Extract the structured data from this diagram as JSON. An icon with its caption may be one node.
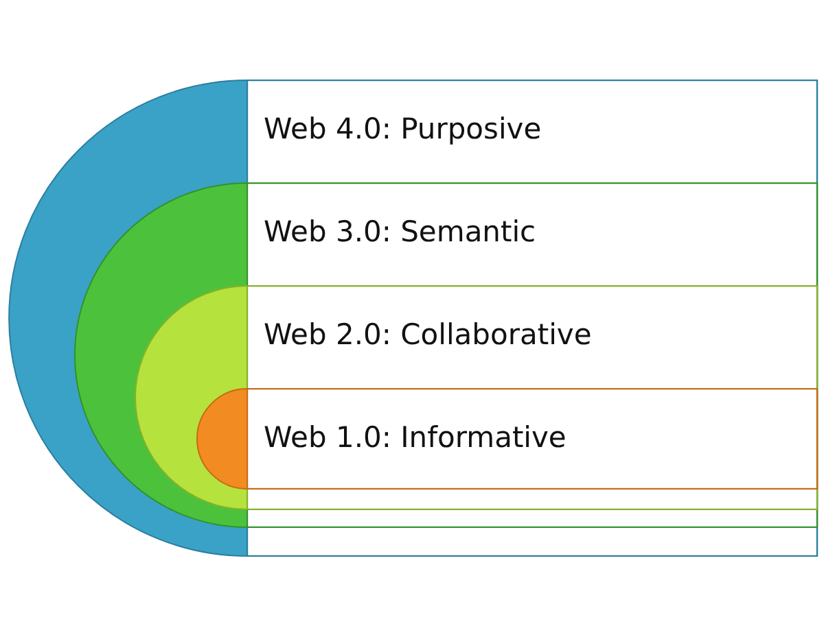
{
  "diagram": {
    "nodes": [
      {
        "text": [
          "Web 4.0: Purposive"
        ]
      },
      {
        "text": [
          "Web 3.0: Semantic"
        ],
        "in": 0
      },
      {
        "text": [
          "Web 2.0: Collaborative"
        ],
        "in": 1
      },
      {
        "text": [
          "Web 1.0: Informative"
        ],
        "in": 2
      }
    ],
    "edges": []
  }
}
